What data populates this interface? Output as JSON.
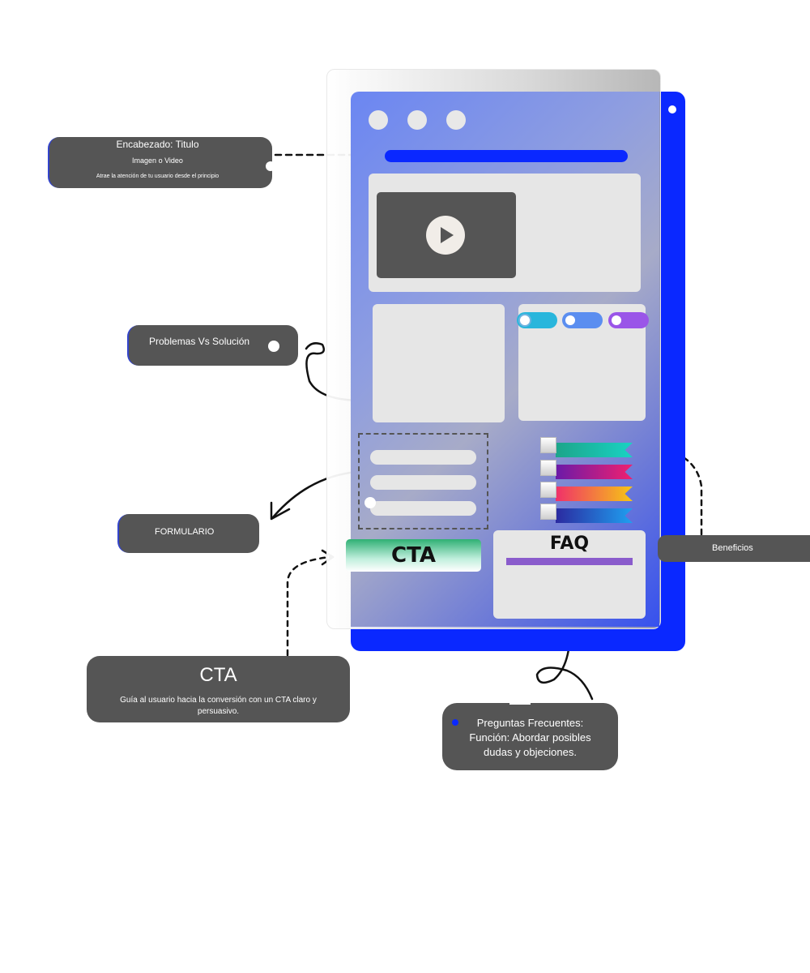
{
  "header_card": {
    "title": "Encabezado: Titulo",
    "subtitle": "Imagen o Video",
    "description": "Atrae la atención de tu usuario desde el principio"
  },
  "problems_card": {
    "label": "Problemas Vs Solución"
  },
  "form_card": {
    "label": "FORMULARIO"
  },
  "benefits_card": {
    "label": "Beneficios"
  },
  "cta_card": {
    "title": "CTA",
    "description": "Guía al usuario hacia la conversión con un CTA claro y persuasivo."
  },
  "faq_card": {
    "line1": "Preguntas Frecuentes:",
    "line2": "Función: Abordar posibles",
    "line3": "dudas y objeciones."
  },
  "mockup": {
    "cta_button": "CTA",
    "faq_title": "FAQ"
  },
  "colors": {
    "brand_blue": "#0a28ff",
    "card_gray": "#555555",
    "panel_gray": "#e6e6e6",
    "faq_bar": "#8a5ccc"
  }
}
